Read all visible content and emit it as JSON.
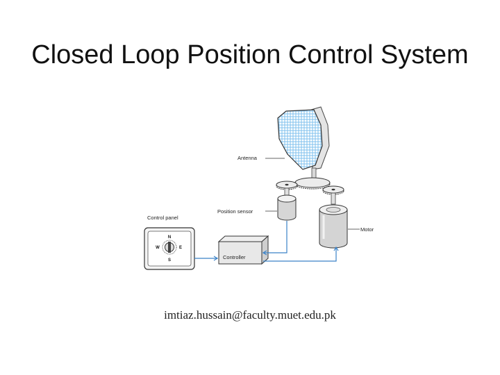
{
  "slide": {
    "title": "Closed Loop Position Control System",
    "footer": "imtiaz.hussain@faculty.muet.edu.pk"
  },
  "diagram": {
    "labels": {
      "antenna": "Antenna",
      "position_sensor": "Position sensor",
      "motor": "Motor",
      "control_panel": "Control panel",
      "controller": "Controller"
    },
    "directions": {
      "north": "N",
      "south": "S",
      "east": "E",
      "west": "W"
    },
    "colors": {
      "antenna_mesh": "#7fc0ee",
      "signal_line": "#3a82c8"
    }
  }
}
